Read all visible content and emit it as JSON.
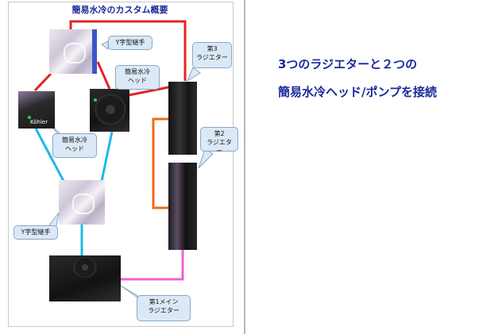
{
  "diagram": {
    "title": "簡易水冷のカスタム概要",
    "labels": {
      "y_joint_top": "Y字型継手",
      "y_joint_bottom": "Y字型継手",
      "head_right_l1": "簡易水冷",
      "head_right_l2": "ヘッド",
      "head_left_l1": "簡易水冷",
      "head_left_l2": "ヘッド",
      "radiator3_l1": "第3",
      "radiator3_l2": "ラジエター",
      "radiator2_l1": "第2",
      "radiator2_l2": "ラジエター",
      "radiator1_l1": "第1メイン",
      "radiator1_l2": "ラジエター"
    },
    "badge_text": "Köhler",
    "tube_colors": {
      "red": "#e32424",
      "cyan": "#1fb8e8",
      "orange": "#ef6b17",
      "pink": "#f25fd6"
    }
  },
  "headline": {
    "line1": "3つのラジエターと２つの",
    "line2": "簡易水冷ヘッド/ポンプを接続"
  }
}
